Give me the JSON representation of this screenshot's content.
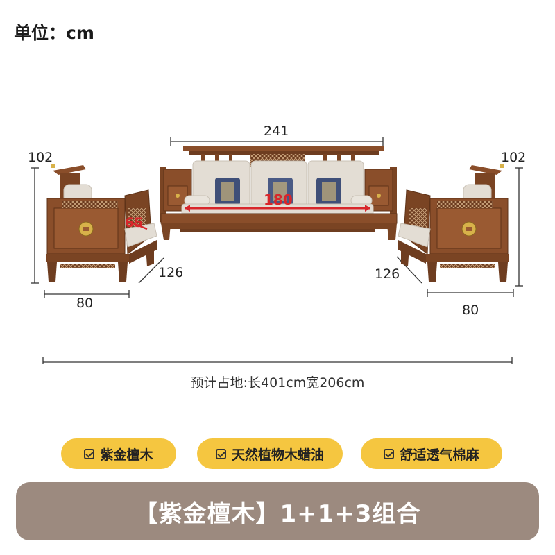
{
  "unit_label": "单位：cm",
  "dimensions": {
    "sofa_width": "241",
    "seat_width": "180",
    "seat_depth": "65",
    "left_height": "102",
    "right_height": "102",
    "left_depth": "126",
    "right_depth": "126",
    "left_width": "80",
    "right_width": "80"
  },
  "footprint_text": "预计占地:长401cm宽206cm",
  "features": [
    {
      "label": "紫金檀木",
      "icon": "checkbox-icon"
    },
    {
      "label": "天然植物木蜡油",
      "icon": "checkbox-icon"
    },
    {
      "label": "舒适透气棉麻",
      "icon": "checkbox-icon"
    }
  ],
  "banner_title": "【紫金檀木】1+1+3组合",
  "colors": {
    "wood": "#8a4e2a",
    "wood_dark": "#5e3318",
    "cushion": "#e3ddd4",
    "tag_bg": "#f5c640",
    "banner_bg": "#9c8a7f",
    "measure_red": "#d8262b"
  }
}
